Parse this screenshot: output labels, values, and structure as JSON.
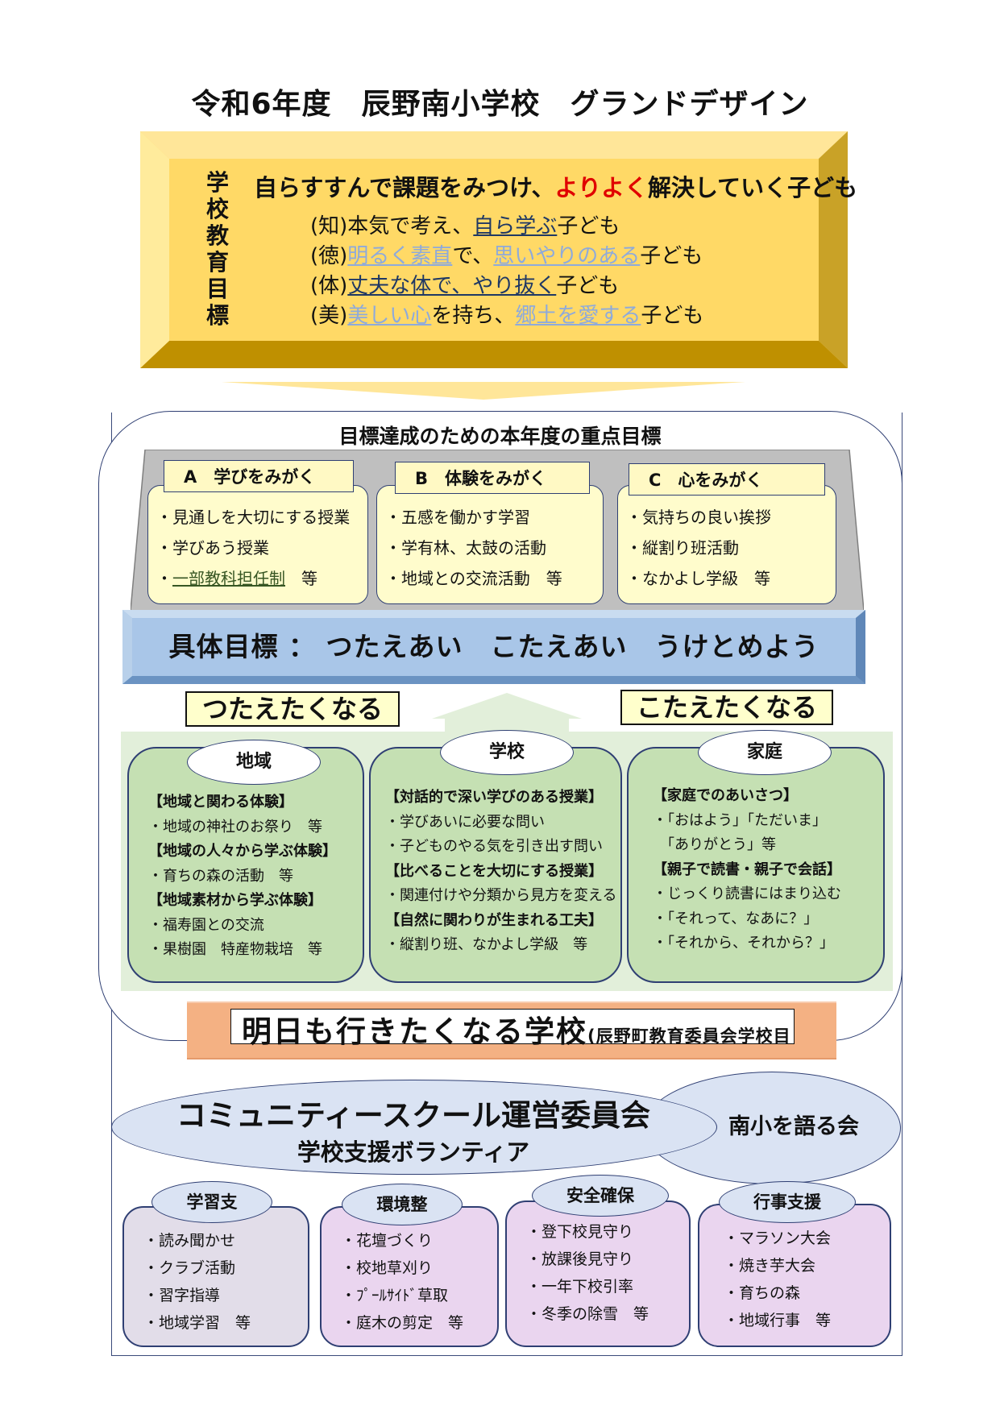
{
  "title": "令和6年度　辰野南小学校　グランドデザイン",
  "school_goal": {
    "label_chars": [
      "学",
      "校",
      "教",
      "育",
      "目",
      "標"
    ],
    "main_pre": "自らすすんで課題をみつけ、",
    "main_red": "よりよく",
    "main_post": "解決していく子ども",
    "sub": [
      {
        "a": "(知)本気で考え、",
        "b": "自ら学ぶ",
        "c": "",
        "d": "",
        "e": "子ども"
      },
      {
        "a": "(徳)",
        "b": "明るく素直",
        "c": "で、",
        "d": "思いやりのある",
        "e": "子ども"
      },
      {
        "a": "(体)",
        "b": "丈夫な体で、やり抜く",
        "c": "",
        "d": "",
        "e": "子ども"
      },
      {
        "a": "(美)",
        "b": "美しい心",
        "c": "を持ち、",
        "d": "郷土を愛する",
        "e": "子ども"
      }
    ]
  },
  "focus": {
    "heading": "目標達成のための本年度の重点目標",
    "categories": [
      {
        "title": "A　学びをみがく",
        "items": [
          "・見通しを大切にする授業",
          "・学びあう授業"
        ],
        "underlined": "一部教科担任制",
        "tail": "　等"
      },
      {
        "title": "B　体験をみがく",
        "items": [
          "・五感を働かす学習",
          "・学有林、太鼓の活動",
          "・地域との交流活動　等"
        ]
      },
      {
        "title": "C　心をみがく",
        "items": [
          "・気持ちの良い挨拶",
          "・縦割り班活動",
          "・なかよし学級　等"
        ]
      }
    ]
  },
  "concrete_goal": "具体目標 ： つたえあい　こたえあい　うけとめよう",
  "tags": {
    "left": "つたえたくなる",
    "right": "こたえたくなる"
  },
  "areas": [
    {
      "name": "地域",
      "lines": [
        {
          "t": "【地域と関わる体験】",
          "h": true
        },
        {
          "t": "・地域の神社のお祭り　等",
          "h": false
        },
        {
          "t": "【地域の人々から学ぶ体験】",
          "h": true
        },
        {
          "t": "・育ちの森の活動　等",
          "h": false
        },
        {
          "t": "【地域素材から学ぶ体験】",
          "h": true
        },
        {
          "t": "・福寿園との交流",
          "h": false
        },
        {
          "t": "・果樹園　特産物栽培　等",
          "h": false
        }
      ]
    },
    {
      "name": "学校",
      "lines": [
        {
          "t": "【対話的で深い学びのある授業】",
          "h": true
        },
        {
          "t": "・学びあいに必要な問い",
          "h": false
        },
        {
          "t": "・子どものやる気を引き出す問い",
          "h": false
        },
        {
          "t": "【比べることを大切にする授業】",
          "h": true
        },
        {
          "t": "・関連付けや分類から見方を変える",
          "h": false
        },
        {
          "t": "【自然に関わりが生まれる工夫】",
          "h": true
        },
        {
          "t": "・縦割り班、なかよし学級　等",
          "h": false
        }
      ]
    },
    {
      "name": "家庭",
      "lines": [
        {
          "t": "【家庭でのあいさつ】",
          "h": true
        },
        {
          "t": "・「おはよう」「ただいま」",
          "h": false
        },
        {
          "t": "　「ありがとう」等",
          "h": false
        },
        {
          "t": "【親子で読書・親子で会話】",
          "h": true
        },
        {
          "t": "・じっくり読書にはまり込む",
          "h": false
        },
        {
          "t": "・「それって、なあに？」",
          "h": false
        },
        {
          "t": "・「それから、それから？」",
          "h": false
        }
      ]
    }
  ],
  "tomorrow": {
    "main": "明日も行きたくなる学校",
    "note": "(辰野町教育委員会学校目"
  },
  "community": {
    "main": "コミュニティースクール運営委員会",
    "sub": "学校支援ボランティア",
    "side": "南小を語る会"
  },
  "support": [
    {
      "name": "学習支",
      "items": [
        "・読み聞かせ",
        "・クラブ活動",
        "・習字指導",
        "・地域学習　等"
      ],
      "bg": "#e2dde9"
    },
    {
      "name": "環境整",
      "items": [
        "・花壇づくり",
        "・校地草刈り",
        "・ﾌﾟｰﾙｻｲﾄﾞ草取",
        "・庭木の剪定　等"
      ],
      "bg": "#e9d8ef"
    },
    {
      "name": "安全確保",
      "items": [
        "・登下校見守り",
        "・放課後見守り",
        "・一年下校引率",
        "・冬季の除雪　等"
      ],
      "bg": "#e9d8ef"
    },
    {
      "name": "行事支援",
      "items": [
        "・マラソン大会",
        "・焼き芋大会",
        "・育ちの森",
        "・地域行事　等"
      ],
      "bg": "#e9d8ef"
    }
  ]
}
